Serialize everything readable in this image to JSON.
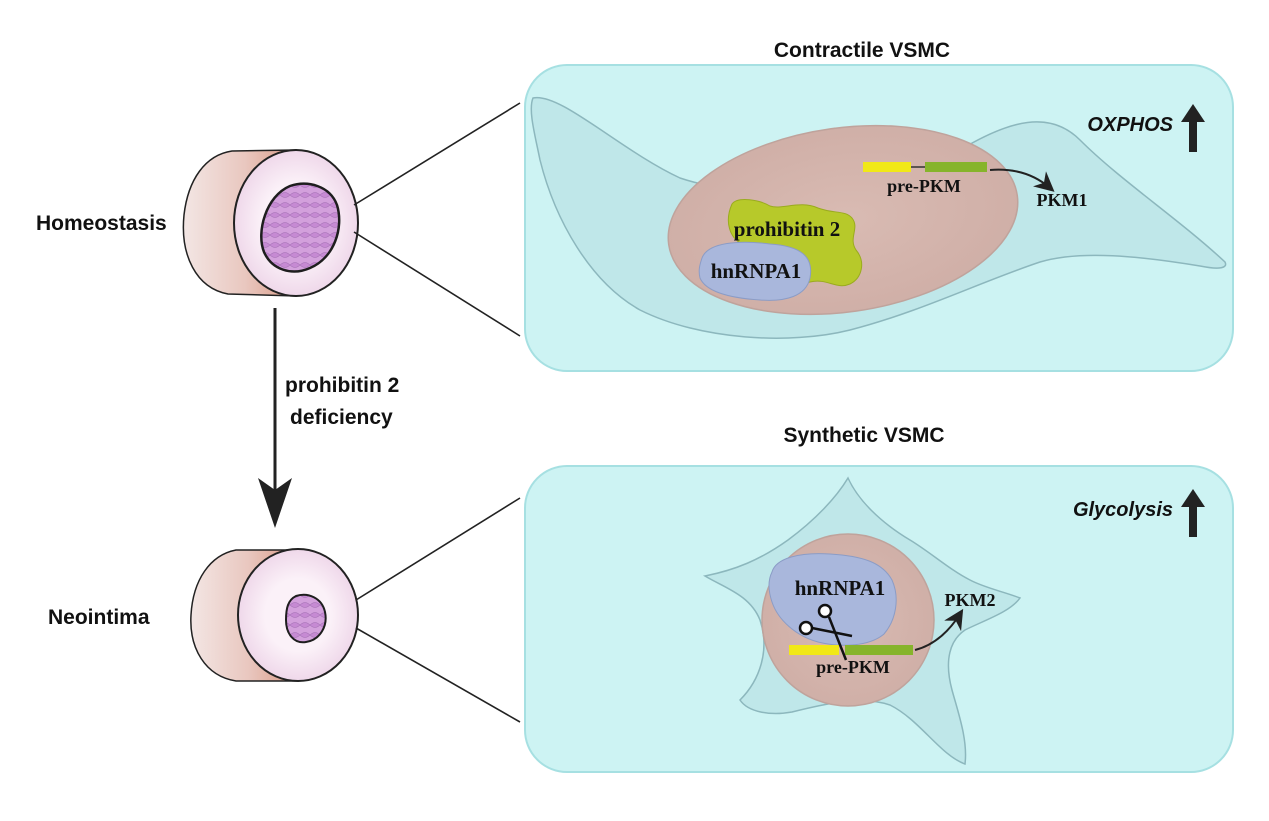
{
  "left": {
    "homeostasis_label": "Homeostasis",
    "neointima_label": "Neointima",
    "transition_label_line1": "prohibitin 2",
    "transition_label_line2": "deficiency"
  },
  "top_panel": {
    "title": "Contractile VSMC",
    "metabolism": "OXPHOS",
    "protein_a": "prohibitin 2",
    "protein_b": "hnRNPA1",
    "gene": "pre-PKM",
    "product": "PKM1"
  },
  "bottom_panel": {
    "title": "Synthetic VSMC",
    "metabolism": "Glycolysis",
    "protein_b": "hnRNPA1",
    "gene": "pre-PKM",
    "product": "PKM2"
  },
  "colors": {
    "panel_fill": "#cdf3f3",
    "panel_border": "#a6e0e2",
    "nucleus": "#d8b8b0",
    "prohibitin": "#b7c92a",
    "hnrnpa1": "#a9b7dc",
    "exon_yellow": "#f1e817",
    "exon_green": "#86b42b",
    "vessel_lumen": "#d8a6df",
    "vessel_wall": "#f7ebf3"
  }
}
